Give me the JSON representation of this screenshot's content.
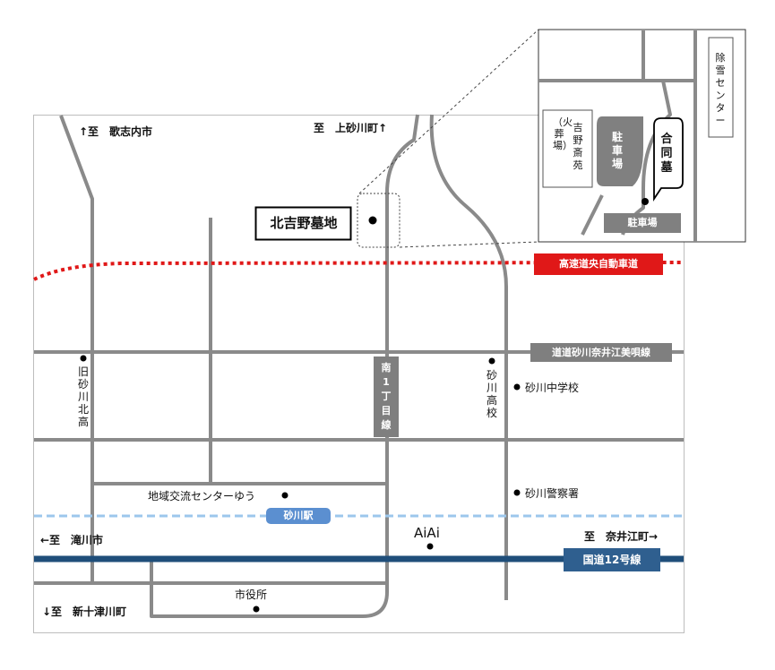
{
  "dest": {
    "north_left": "↑至　歌志内市",
    "north_right": "至　上砂川町↑",
    "west": "←至　滝川市",
    "east": "至　奈井江町→",
    "southwest": "↓至　新十津川町"
  },
  "cemetery": {
    "name": "北吉野墓地"
  },
  "roads": {
    "expressway": "高速道央自動車道",
    "prefectural": "道道砂川奈井江美唄線",
    "minami1": "南1丁目線",
    "route12": "国道12号線"
  },
  "landmarks": {
    "old_high": "旧砂川北高",
    "high": "砂川高校",
    "middle": "砂川中学校",
    "police": "砂川警察署",
    "center": "地域交流センターゆう",
    "station": "砂川駅",
    "aiai": "AiAi",
    "city_hall": "市役所"
  },
  "inset": {
    "snow": "除雪センター",
    "crematorium": "吉野斎苑",
    "crematorium_sub": "（火葬場）",
    "parking1": "駐車場",
    "joint_grave": "合同墓",
    "parking2": "駐車場"
  },
  "colors": {
    "road": "#8a8a8a",
    "expressway": "#e01818",
    "rail": "#9cc7ec",
    "route12": "#1f4e7a",
    "route12_label": "#2f5f8f",
    "label_box": "#7f7f7f",
    "station_box": "#5b8fd0",
    "inset_gray": "#808080"
  }
}
